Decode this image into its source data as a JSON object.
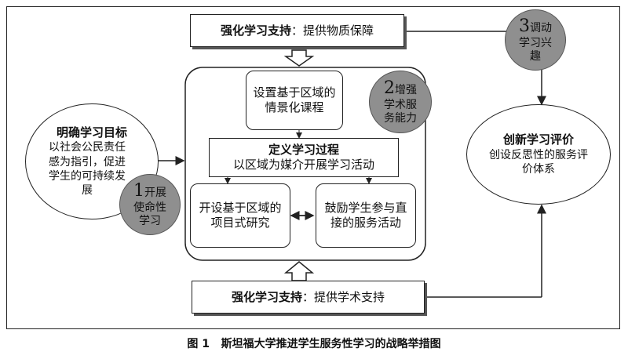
{
  "top_box": {
    "bold": "强化学习支持",
    "sep": "：",
    "text": "提供物质保障"
  },
  "bottom_box": {
    "bold": "强化学习支持",
    "sep": "：",
    "text": "提供学术支持"
  },
  "left_ellipse": {
    "title": "明确学习目标",
    "text": "以社会公民责任感为指引，促进学生的可持续发展"
  },
  "right_ellipse": {
    "title": "创新学习评价",
    "text": "创设反思性的服务评价体系"
  },
  "center": {
    "top_box": "设置基于区域的情景化课程",
    "middle_title": "定义学习过程",
    "middle_text": "以区域为媒介开展学习活动",
    "left_box": "开设基于区域的项目式研究",
    "right_box": "鼓励学生参与直接的服务活动"
  },
  "badges": [
    {
      "num": "1",
      "line1": "开展",
      "line2": "使命性",
      "line3": "学习"
    },
    {
      "num": "2",
      "line1": "增强",
      "line2": "学术服",
      "line3": "务能力"
    },
    {
      "num": "3",
      "line1": "调动",
      "line2": "学习兴",
      "line3": "趣"
    }
  ],
  "caption": {
    "label": "图 1",
    "text": "斯坦福大学推进学生服务性学习的战略举措图"
  },
  "colors": {
    "badge_fill": "#8f8f8f",
    "line": "#222222"
  }
}
